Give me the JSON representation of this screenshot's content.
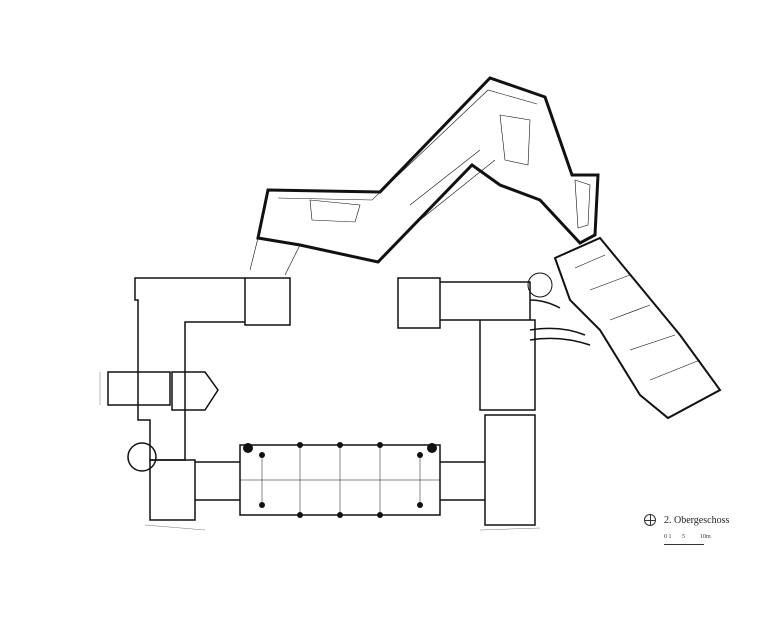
{
  "plan": {
    "title": "2. Obergeschoss",
    "north_icon": "north-arrow-icon",
    "scale_labels": [
      "0 1",
      "5",
      "10m"
    ]
  }
}
